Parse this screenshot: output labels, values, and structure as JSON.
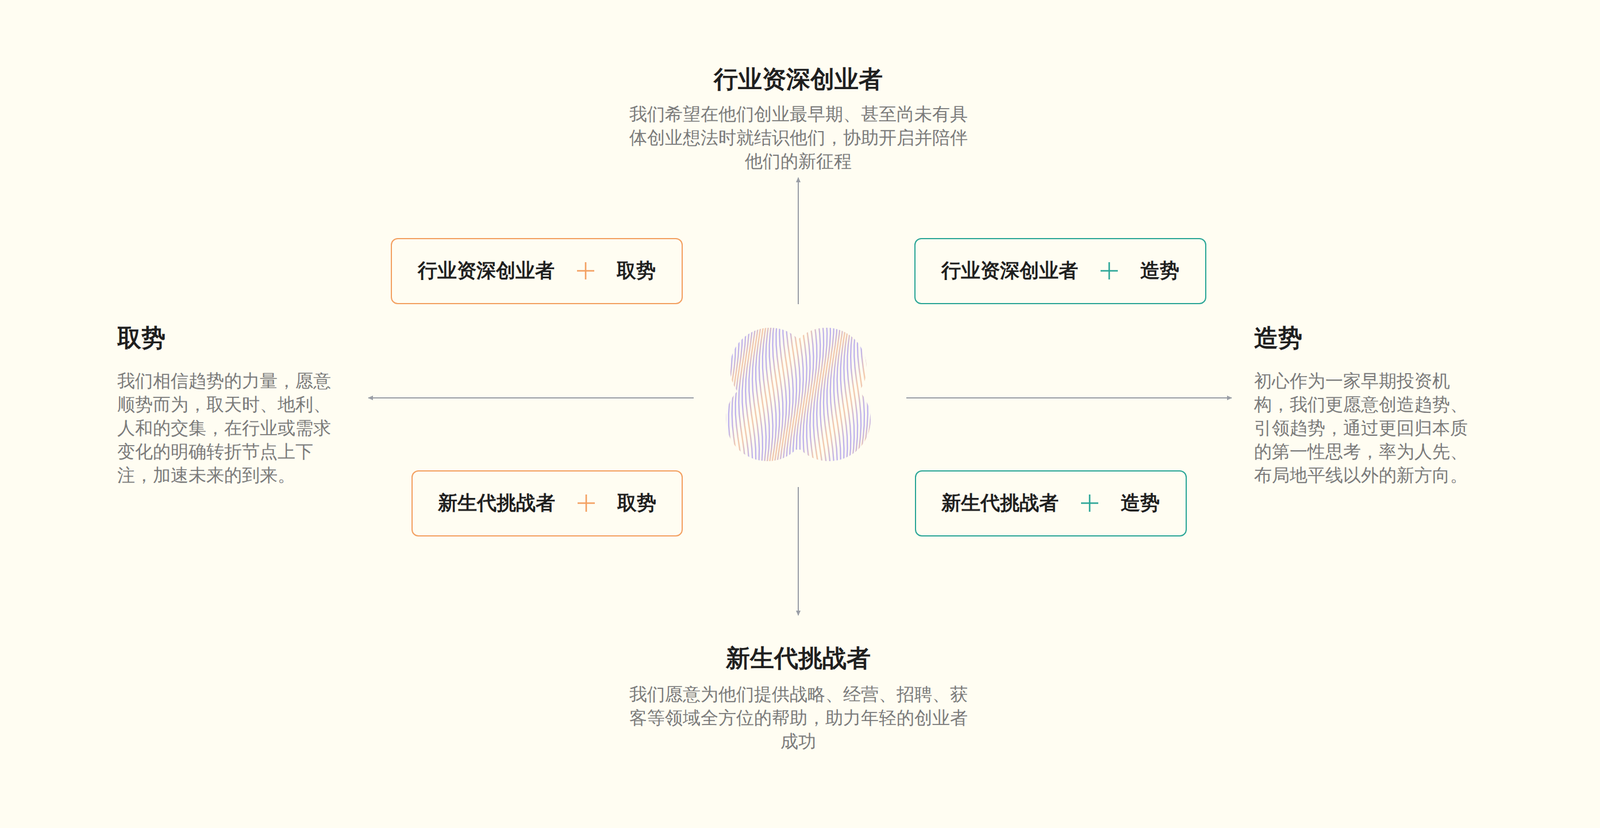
{
  "diagram": {
    "nodes": [
      {
        "text": [
          "行业资深创业者",
          "取势"
        ]
      },
      {
        "text": [
          "行业资深创业者",
          "造势"
        ]
      },
      {
        "text": [
          "新生代挑战者",
          "取势"
        ]
      },
      {
        "text": [
          "新生代挑战者",
          "造势"
        ]
      }
    ],
    "labels": [
      "行业资深创业者",
      "我们希望在他们创业最早期、甚至尚未有具 体创业想法时就结识他们，协助开启并陪伴 他们的新征程",
      "取势",
      "我们相信趋势的力量，愿意 顺势而为，取天时、地利、 人和的交集，在行业或需求 变化的明确转折节点上下 注，加速未来的到来。",
      "造势",
      "初心作为一家早期投资机 构，我们更愿意创造趋势、 引领趋势，通过更回归本质 的第一性思考，率为人先、 布局地平线以外的新方向。",
      "新生代挑战者",
      "我们愿意为他们提供战略、经营、招聘、获 客等领域全方位的帮助，助力年轻的创业者 成功"
    ]
  }
}
